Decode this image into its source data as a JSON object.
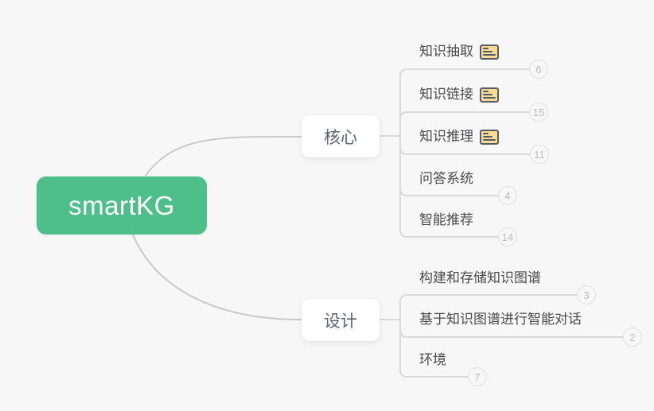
{
  "app": {
    "type": "mindmap-canvas",
    "background_color": "#f7f7f7",
    "connector_color": "#cdcdcd",
    "underline_color": "#d9d9d9"
  },
  "root": {
    "label": "smartKG",
    "color": "#4ebf8b",
    "text_color": "#ffffff"
  },
  "branches": [
    {
      "label": "核心",
      "children": [
        {
          "label": "知识抽取",
          "count": "6",
          "has_note_icon": true
        },
        {
          "label": "知识链接",
          "count": "15",
          "has_note_icon": true
        },
        {
          "label": "知识推理",
          "count": "11",
          "has_note_icon": true
        },
        {
          "label": "问答系统",
          "count": "4",
          "has_note_icon": false
        },
        {
          "label": "智能推荐",
          "count": "14",
          "has_note_icon": false
        }
      ]
    },
    {
      "label": "设计",
      "children": [
        {
          "label": "构建和存储知识图谱",
          "count": "3",
          "has_note_icon": false
        },
        {
          "label": "基于知识图谱进行智能对话",
          "count": "2",
          "has_note_icon": false
        },
        {
          "label": "环境",
          "count": "7",
          "has_note_icon": false
        }
      ]
    }
  ],
  "icons": {
    "note_icon": {
      "meaning": "note attached to topic",
      "fill": "#f8dc96",
      "stroke": "#565b66"
    }
  }
}
